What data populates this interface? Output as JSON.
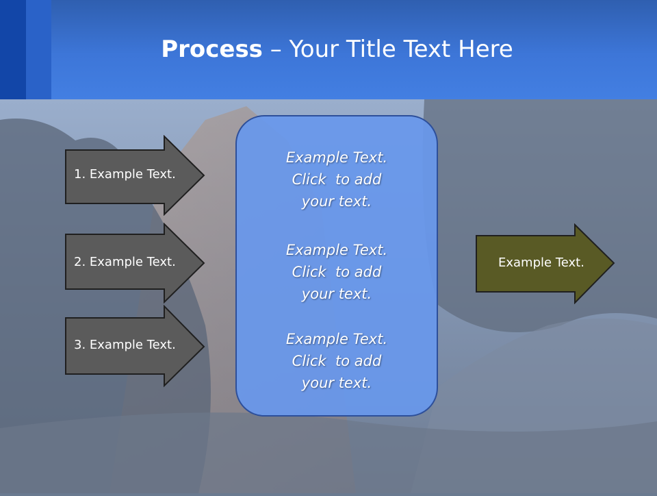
{
  "slide": {
    "title_bold": "Process",
    "title_rest": " – Your Title Text Here"
  },
  "arrows_left": [
    {
      "label": "1. Example Text."
    },
    {
      "label": "2. Example Text."
    },
    {
      "label": "3. Example Text."
    }
  ],
  "center_box": {
    "paragraphs": [
      {
        "line1": "Example Text.",
        "line2": "Click  to add",
        "line3": "your text."
      },
      {
        "line1": "Example Text.",
        "line2": "Click  to add",
        "line3": "your text."
      },
      {
        "line1": "Example Text.",
        "line2": "Click  to add",
        "line3": "your text."
      }
    ]
  },
  "arrow_right": {
    "label": "Example Text."
  },
  "colors": {
    "header_blue": "#3d76d8",
    "left_arrow_fill": "#5b5b5b",
    "right_arrow_fill": "#595a25",
    "box_fill": "#6898ec"
  }
}
